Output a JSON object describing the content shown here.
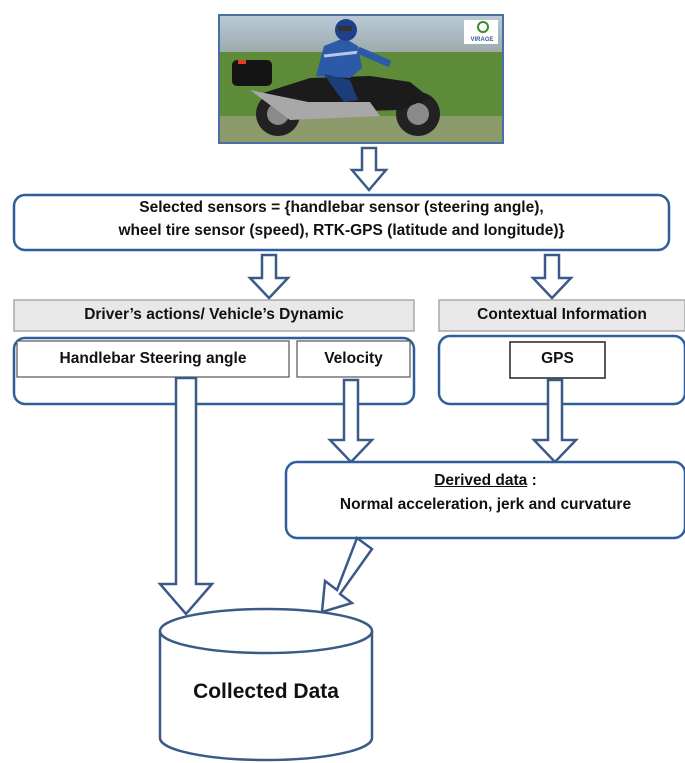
{
  "photo": {
    "description_icon": "motorcycle-rider-photo",
    "logo_text": "VIRAGE"
  },
  "sensors_box": {
    "line1": "Selected sensors = {handlebar sensor (steering angle),",
    "line2": "wheel tire sensor (speed), RTK-GPS (latitude and longitude)}"
  },
  "drivers_actions": {
    "header": "Driver’s actions/ Vehicle’s Dynamic",
    "handlebar": "Handlebar Steering angle",
    "velocity": "Velocity"
  },
  "contextual": {
    "header": "Contextual Information",
    "gps": "GPS"
  },
  "derived": {
    "title": "Derived data",
    "colon": " :",
    "detail": "Normal acceleration, jerk and curvature"
  },
  "collected": {
    "label": "Collected Data"
  },
  "colors": {
    "box_border": "#2f5f9a",
    "arrow_stroke": "#3c5a88",
    "header_fill": "#e8e8e8",
    "header_border": "#a9a9a9"
  }
}
